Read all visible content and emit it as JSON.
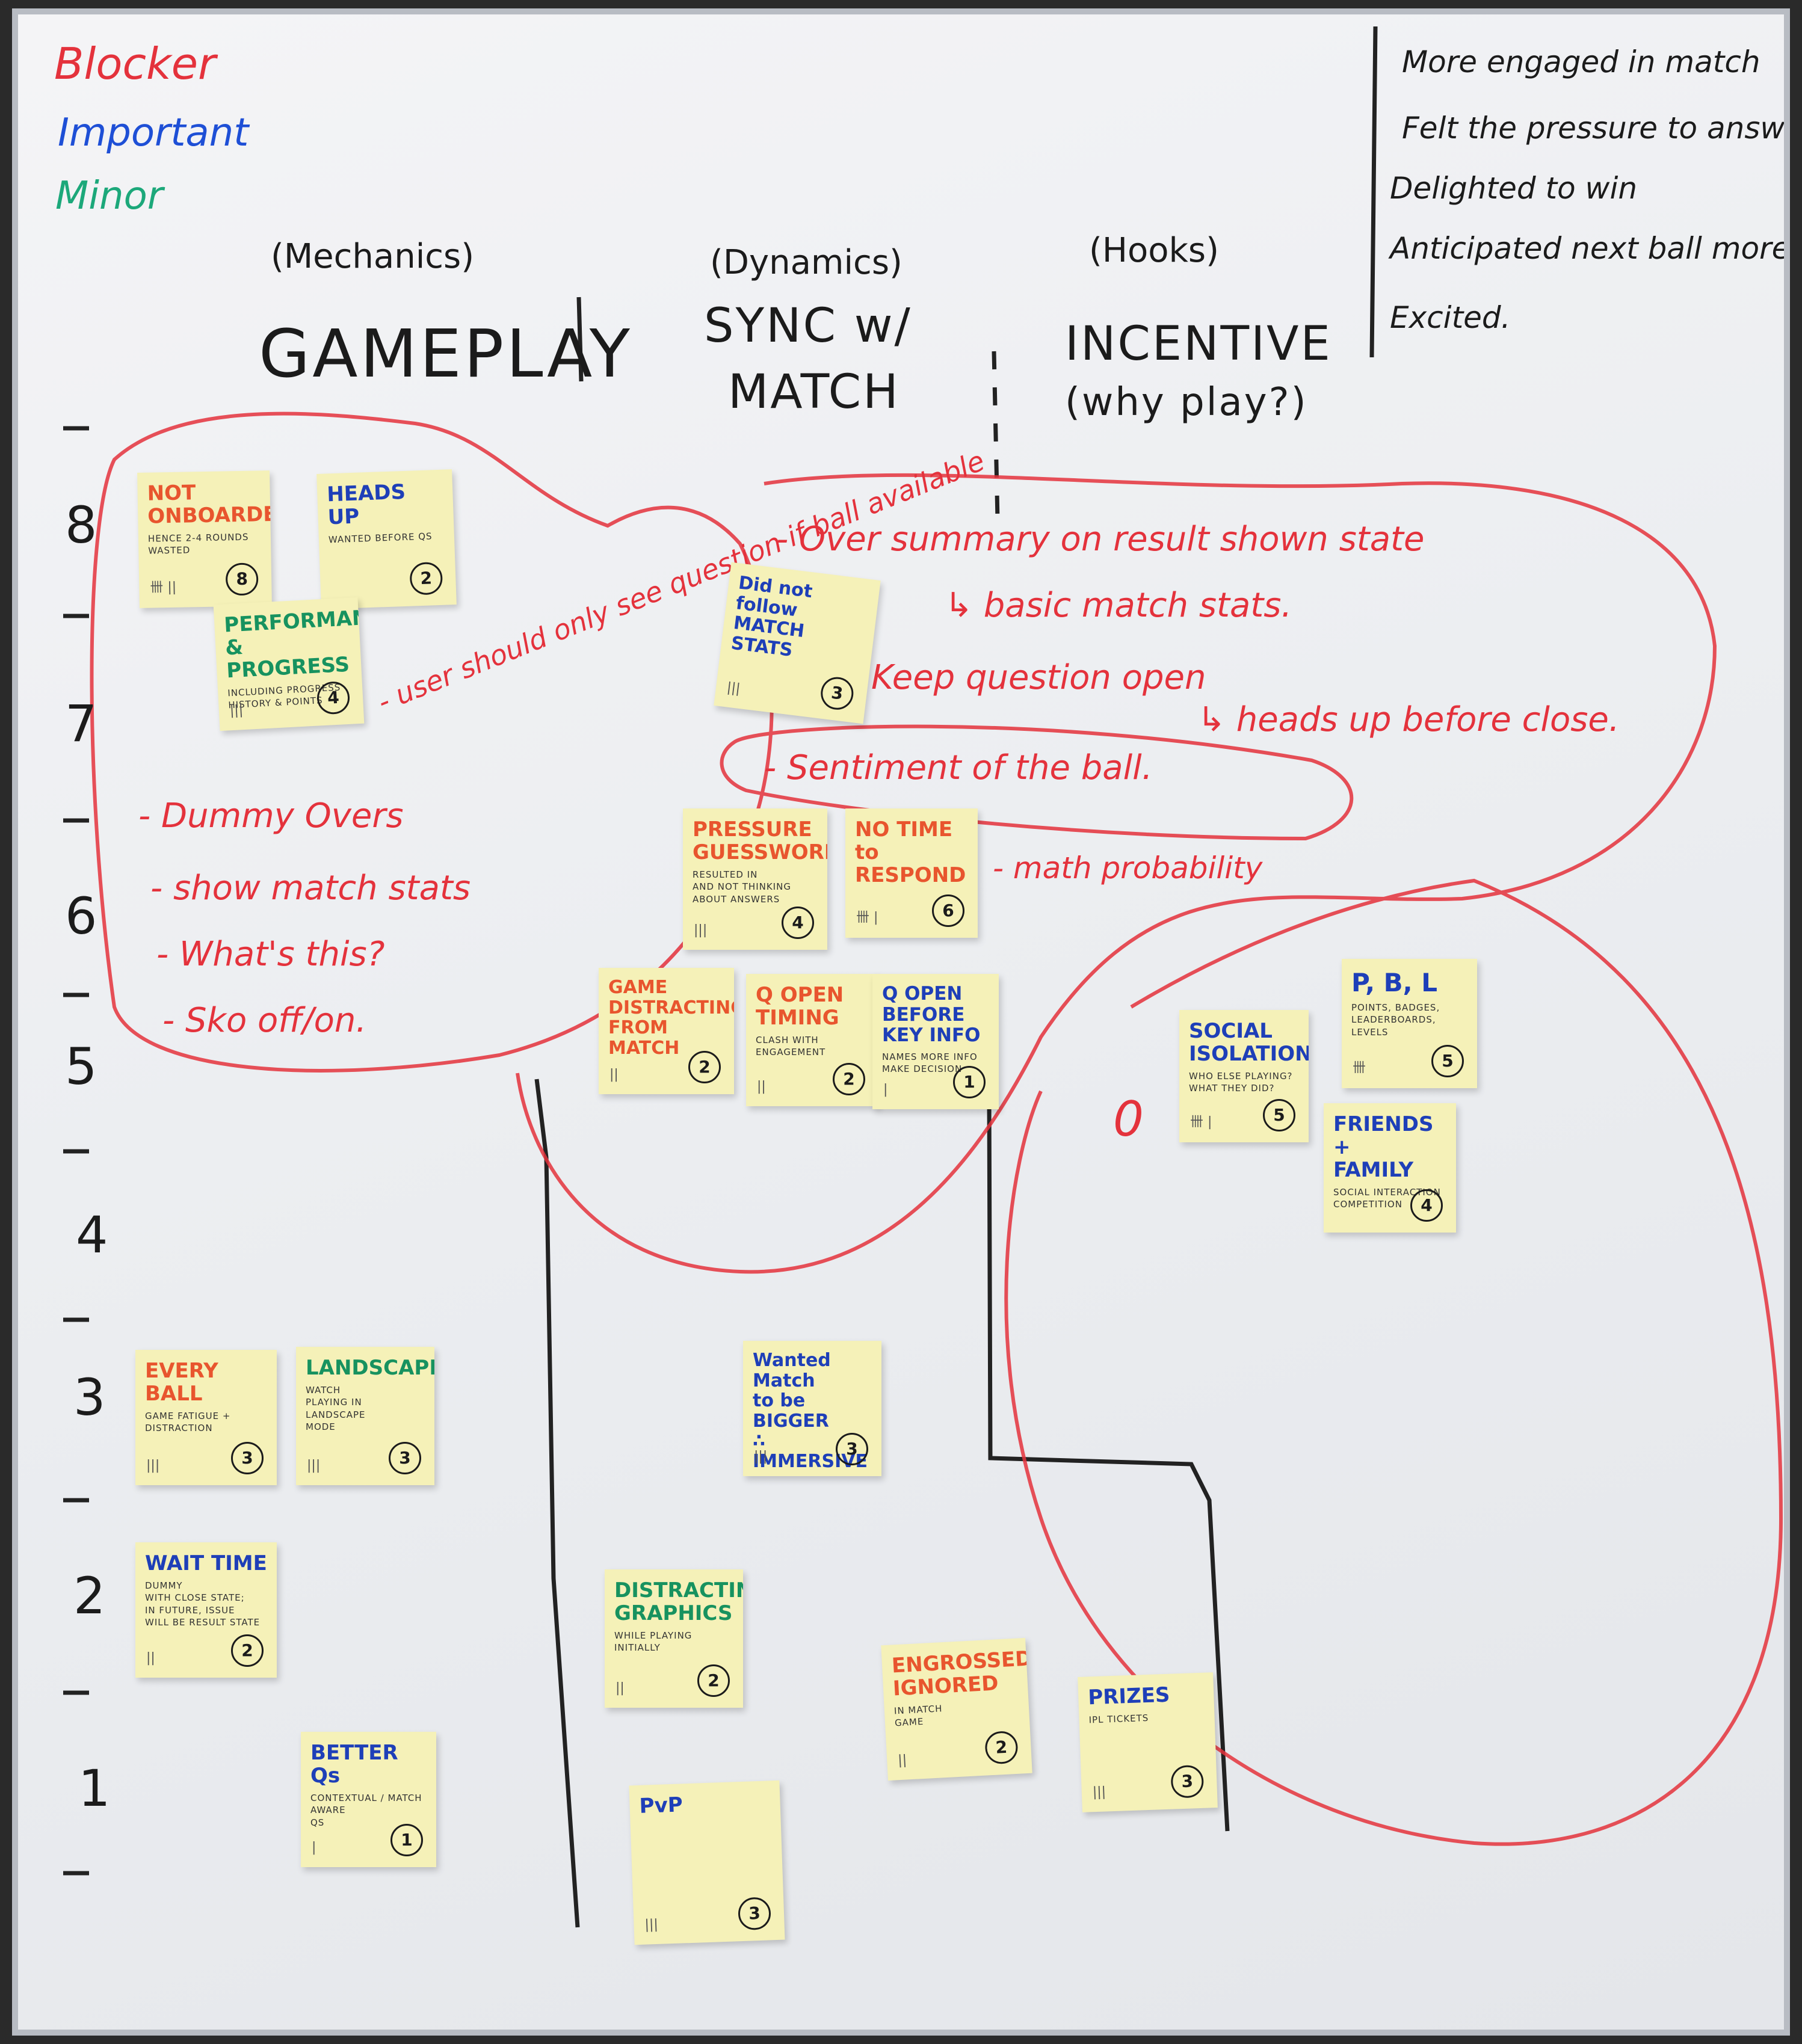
{
  "legend": [
    {
      "label": "Blocker",
      "color": "#e4323c"
    },
    {
      "label": "Important",
      "color": "#1e4fd6"
    },
    {
      "label": "Minor",
      "color": "#1ca87a"
    }
  ],
  "columns": {
    "gameplay": {
      "sub": "(Mechanics)",
      "title": "GAMEPLAY"
    },
    "sync": {
      "sub": "(Dynamics)",
      "title_line1": "SYNC w/",
      "title_line2": "MATCH"
    },
    "incentive": {
      "sub": "(Hooks)",
      "title_line1": "INCENTIVE",
      "title_line2": "(why play?)"
    }
  },
  "emotions": [
    "More engaged in match",
    "Felt the pressure to answer",
    "Delighted to win",
    "Anticipated next ball more",
    "Excited."
  ],
  "scale": [
    "8",
    "7",
    "6",
    "5",
    "4",
    "3",
    "2",
    "1"
  ],
  "red_notes": {
    "over_summary": "- Over summary on result shown state",
    "basic_stats": "↳ basic match stats.",
    "keep_open": "- Keep question open",
    "heads_up_close": "↳ heads up before close.",
    "sentiment": "- Sentiment of the ball.",
    "math_prob": "- math probability",
    "user_should": "- user should only see question if ball available",
    "dummy_overs": "- Dummy Overs",
    "show_match_stats": "- show match stats",
    "whats_this": "- What's this?",
    "sko_off": "- Sko off/on.",
    "zero_mark": "0"
  },
  "stickies": {
    "not_onboarded": {
      "title": "NOT\nONBOARDED",
      "color": "#e8552e",
      "detail": "hence 2-4 rounds\nwasted",
      "tally": "卌 ||",
      "count": "8"
    },
    "heads_up": {
      "title": "HEADS UP",
      "color": "#1e3fb8",
      "detail": "wanted before Qs",
      "tally": "",
      "count": "2"
    },
    "performance": {
      "title": "PERFORMANCE\n& PROGRESS",
      "color": "#17925f",
      "detail": "including progress\nhistory & points",
      "tally": "|||",
      "count": "4"
    },
    "did_not_follow": {
      "title": "Did not follow\nMATCH STATS",
      "color": "#1e3fb8",
      "detail": "",
      "tally": "|||",
      "count": "3"
    },
    "pressure": {
      "title": "PRESSURE\nGUESSWORK",
      "color": "#e8552e",
      "detail": "resulted in\nand not thinking\nabout answers",
      "tally": "|||",
      "count": "4"
    },
    "no_time": {
      "title": "NO TIME\nto RESPOND",
      "color": "#e8552e",
      "detail": "",
      "tally": "卌 |",
      "count": "6"
    },
    "game_distracting": {
      "title": "GAME\nDISTRACTING\nFROM MATCH",
      "color": "#e8552e",
      "detail": "",
      "tally": "||",
      "count": "2"
    },
    "q_open_timing": {
      "title": "Q OPEN\nTIMING",
      "color": "#e8552e",
      "detail": "clash with\nengagement",
      "tally": "||",
      "count": "2"
    },
    "q_open_before": {
      "title": "Q OPEN\nBEFORE\nKEY INFO",
      "color": "#1e3fb8",
      "detail": "names more info\nmake decision",
      "tally": "|",
      "count": "1"
    },
    "social_isolation": {
      "title": "SOCIAL\nISOLATION",
      "color": "#1e3fb8",
      "detail": "who else playing?\nwhat they did?",
      "tally": "卌 |",
      "count": "5"
    },
    "pbl": {
      "title": "P, B, L",
      "color": "#1e3fb8",
      "detail": "points, badges,\nleaderboards, levels",
      "tally": "卌",
      "count": "5"
    },
    "friends_family": {
      "title": "FRIENDS +\nFAMILY",
      "color": "#1e3fb8",
      "detail": "social interaction\ncompetition",
      "tally": "",
      "count": "4"
    },
    "every_ball": {
      "title": "EVERY BALL",
      "color": "#e8552e",
      "detail": "game fatigue +\ndistraction",
      "tally": "|||",
      "count": "3"
    },
    "landscape": {
      "title": "LANDSCAPE",
      "color": "#17925f",
      "detail": "watch\nplaying in landscape\nmode",
      "tally": "|||",
      "count": "3"
    },
    "wanted_bigger": {
      "title": "Wanted Match\nto be BIGGER\n∴ IMMERSIVE",
      "color": "#1e3fb8",
      "detail": "",
      "tally": "|||",
      "count": "3"
    },
    "wait_time": {
      "title": "WAIT TIME",
      "color": "#1e3fb8",
      "detail": "dummy\nwith close state;\nin future, issue\nwill be result state",
      "tally": "||",
      "count": "2"
    },
    "distracting_graphics": {
      "title": "DISTRACTING\nGRAPHICS",
      "color": "#17925f",
      "detail": "while playing initially",
      "tally": "||",
      "count": "2"
    },
    "engrossed": {
      "title": "ENGROSSED\nIGNORED",
      "color": "#e8552e",
      "detail": "in match\ngame",
      "tally": "||",
      "count": "2"
    },
    "prizes": {
      "title": "PRIZES",
      "color": "#1e3fb8",
      "detail": "IPL tickets",
      "tally": "|||",
      "count": "3"
    },
    "better_qs": {
      "title": "BETTER Qs",
      "color": "#1e3fb8",
      "detail": "contextual / match\naware\nQs",
      "tally": "|",
      "count": "1"
    },
    "pvp": {
      "title": "PvP",
      "color": "#1e3fb8",
      "detail": "",
      "tally": "|||",
      "count": "3"
    }
  }
}
